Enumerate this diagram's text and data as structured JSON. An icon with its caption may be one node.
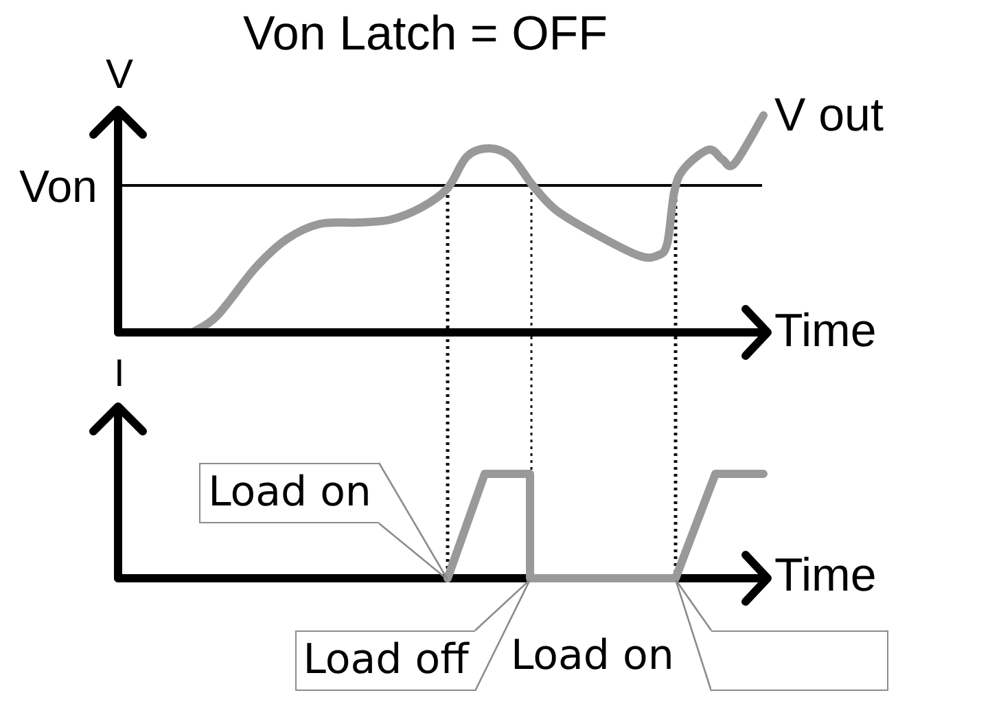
{
  "diagram": {
    "title": "Von Latch = OFF",
    "nodes": [
      {
        "text": [
          "Load on"
        ]
      },
      {
        "text": [
          "Load off"
        ]
      },
      {
        "text": [],
        "shape": "box"
      }
    ],
    "edges": [
      {
        "from": 0,
        "to": null,
        "arrow": "none"
      },
      {
        "from": 1,
        "to": null,
        "arrow": "none"
      },
      {
        "from": 2,
        "to": null,
        "arrow": "none"
      }
    ],
    "labels": [
      "V",
      "V out",
      "Von",
      "Time",
      "I",
      "Time",
      "Load on"
    ]
  }
}
